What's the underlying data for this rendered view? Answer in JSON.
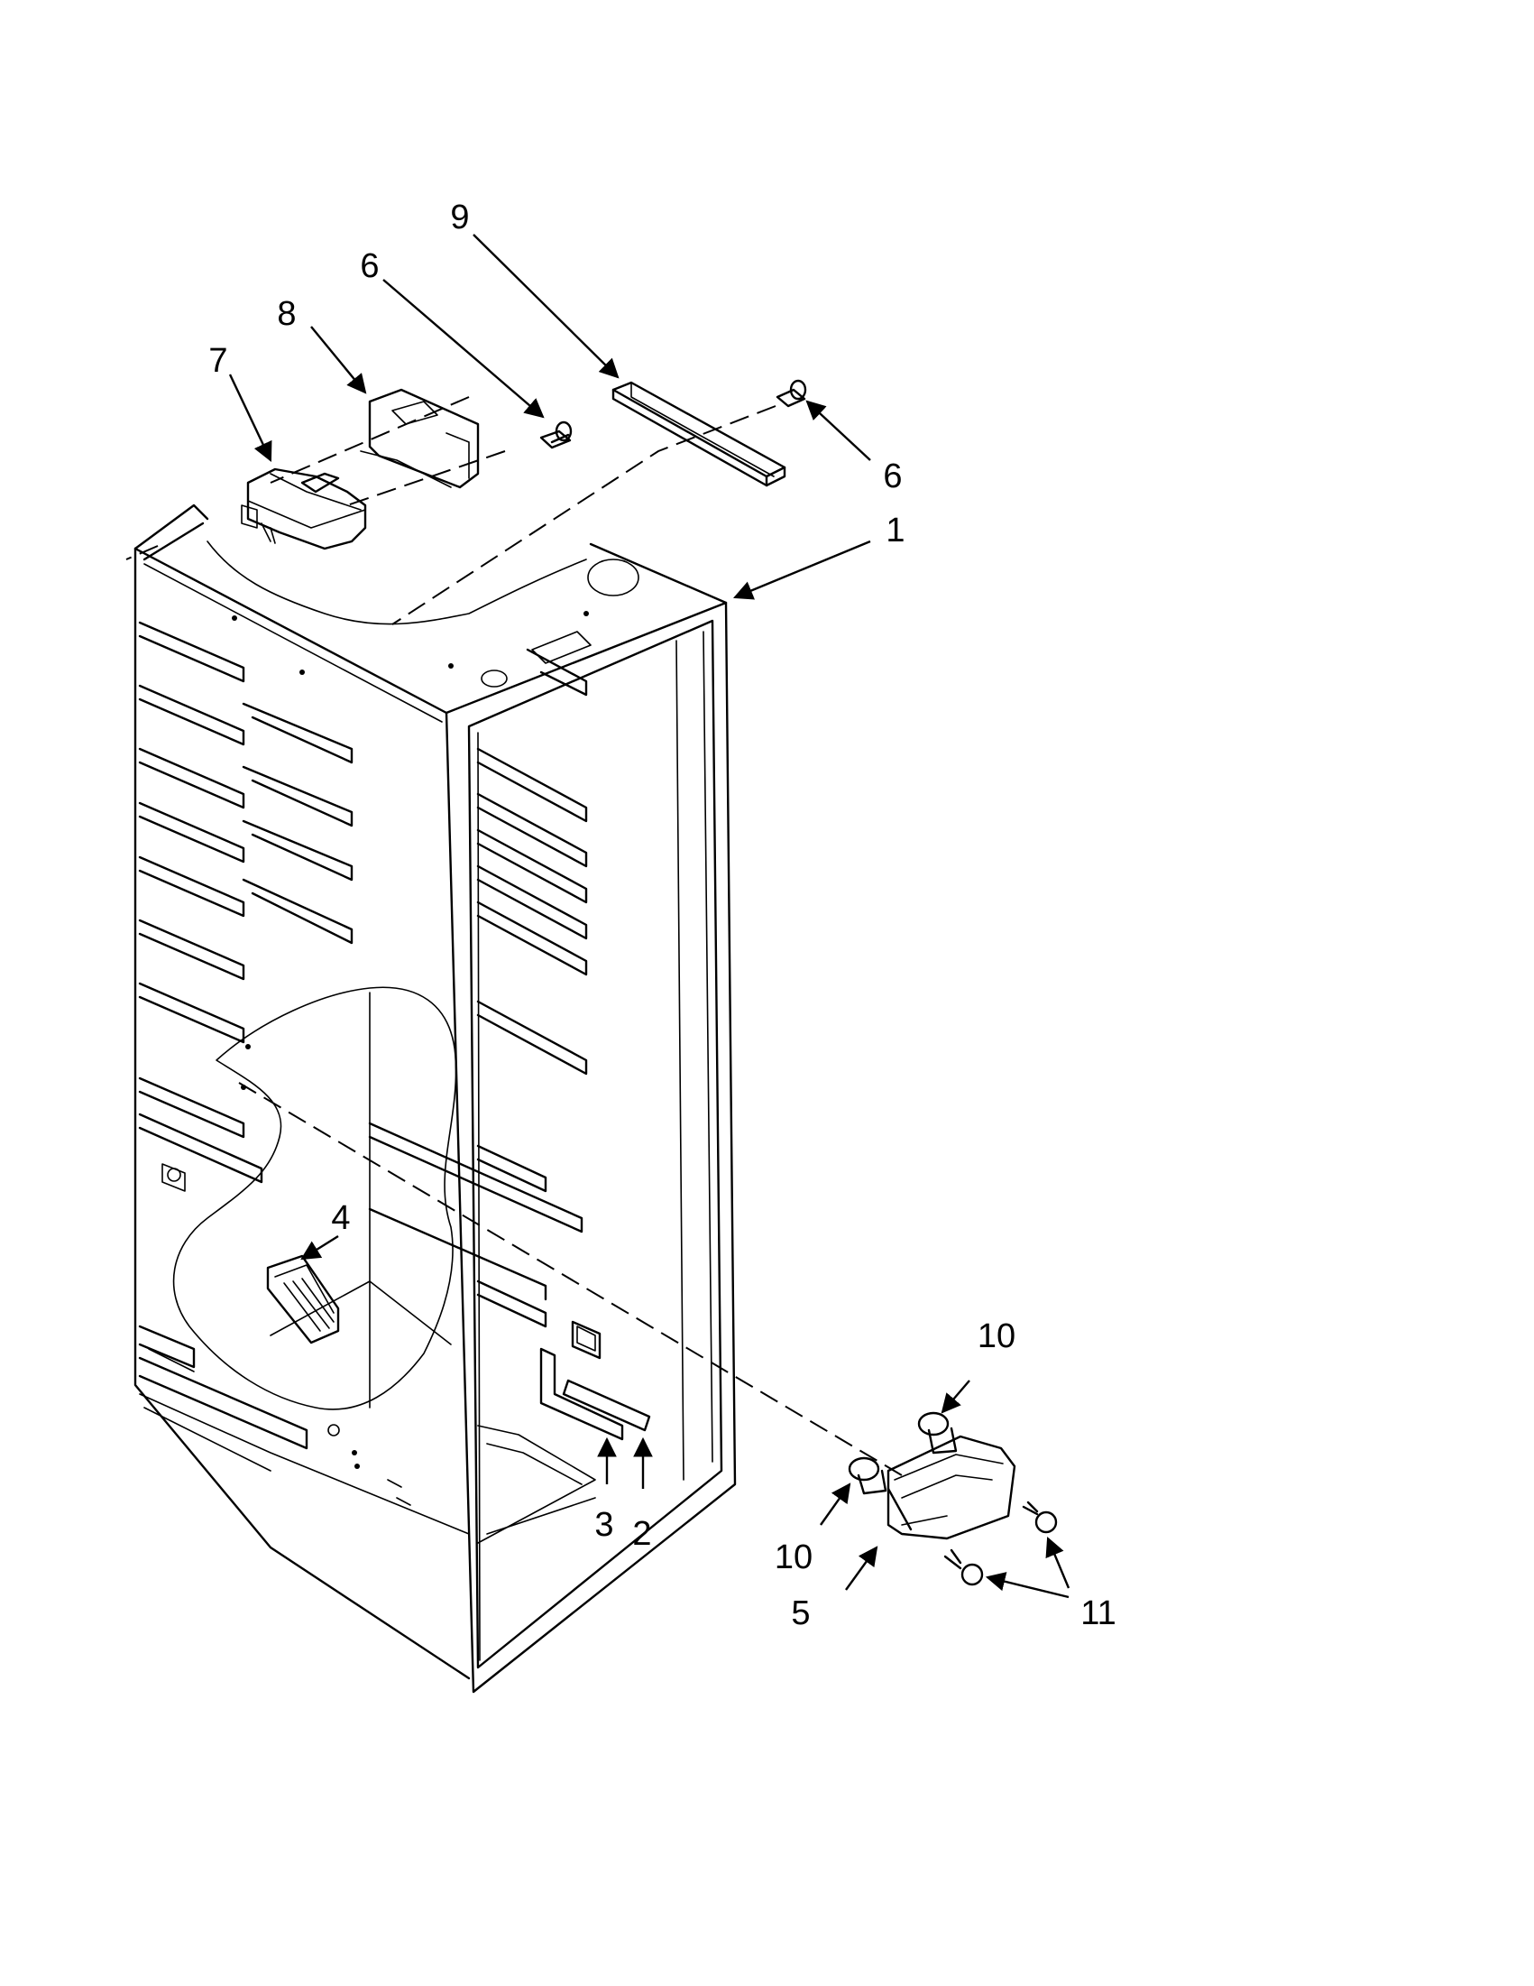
{
  "callouts": {
    "c1": "1",
    "c2": "2",
    "c3": "3",
    "c4": "4",
    "c5": "5",
    "c6a": "6",
    "c6b": "6",
    "c7": "7",
    "c8": "8",
    "c9": "9",
    "c10a": "10",
    "c10b": "10",
    "c11": "11"
  }
}
